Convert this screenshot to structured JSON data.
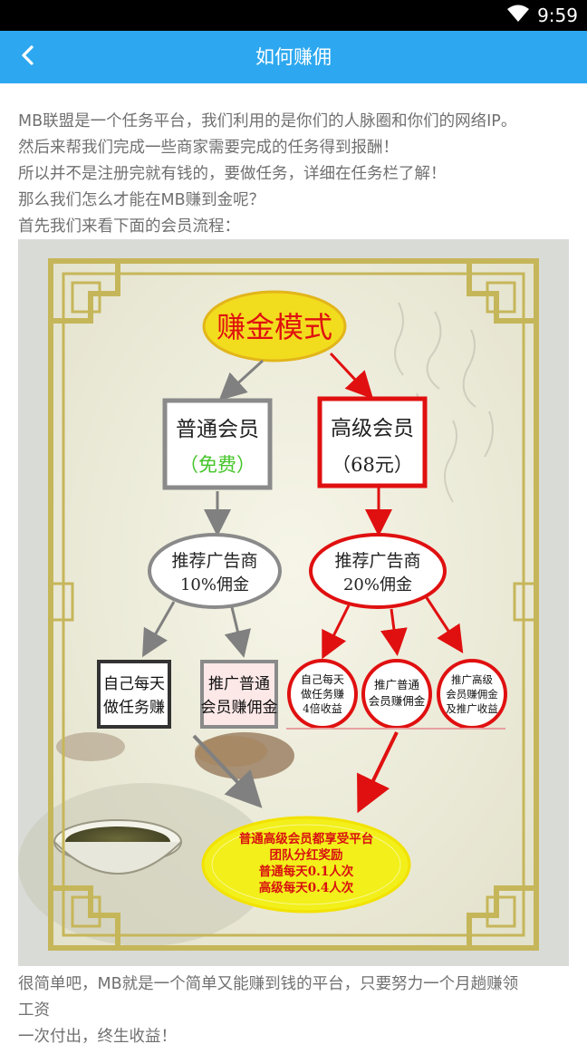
{
  "status_bar": {
    "time": "9:59",
    "icons": [
      "wifi-icon"
    ]
  },
  "app_bar": {
    "title": "如何赚佣",
    "back_icon": "chevron-left-icon",
    "color": "#2da8f0"
  },
  "intro_lines": [
    "MB联盟是一个任务平台，我们利用的是你们的人脉圈和你们的网络IP。",
    "然后来帮我们完成一些商家需要完成的任务得到报酬！",
    "所以并不是注册完就有钱的，要做任务，详细在任务栏了解！",
    "那么我们怎么才能在MB赚到金呢？",
    "首先我们来看下面的会员流程："
  ],
  "flowchart": {
    "title": "赚金模式",
    "basic_member": {
      "name": "普通会员",
      "price": "（免费）"
    },
    "senior_member": {
      "name": "高级会员",
      "price": "（68元）"
    },
    "basic_referral": {
      "line1": "推荐广告商",
      "line2": "10%佣金"
    },
    "senior_referral": {
      "line1": "推荐广告商",
      "line2": "20%佣金"
    },
    "basic_task": {
      "line1": "自己每天",
      "line2": "做任务赚"
    },
    "basic_promote": {
      "line1": "推广普通",
      "line2": "会员赚佣金"
    },
    "senior_task": {
      "line1": "自己每天",
      "line2": "做任务赚",
      "line3": "4倍收益"
    },
    "senior_promote_basic": {
      "line1": "推广普通",
      "line2": "会员赚佣金"
    },
    "senior_promote_senior": {
      "line1": "推广高级",
      "line2": "会员赚佣金",
      "line3": "及推广收益"
    },
    "bonus": {
      "line1": "普通高级会员都享受平台",
      "line2": "团队分红奖励",
      "line3": "普通每天0.1人次",
      "line4": "高级每天0.4人次"
    }
  },
  "footer_lines": [
    "很简单吧，MB就是一个简单又能赚到钱的平台，只要努力一个月趟赚领",
    "工资",
    "一次付出，终生收益！"
  ]
}
